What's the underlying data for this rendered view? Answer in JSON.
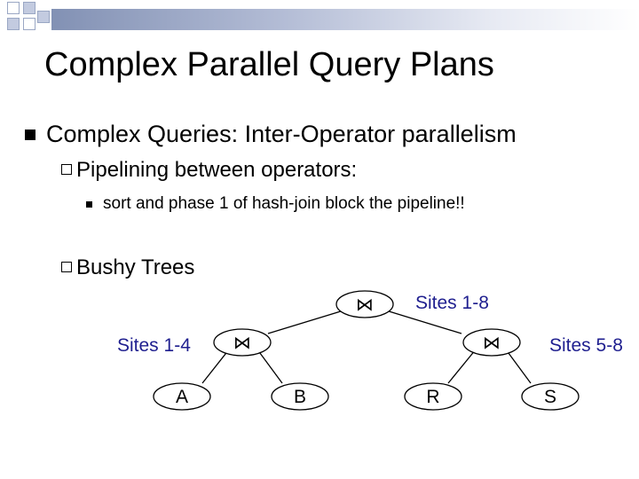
{
  "slide": {
    "title": "Complex Parallel Query Plans",
    "bullets": {
      "main": "Complex Queries: Inter-Operator parallelism",
      "pipelining": "Pipelining between operators:",
      "pipelining_sub": "sort and phase 1 of hash-join block the pipeline!!",
      "bushy": "Bushy Trees"
    }
  },
  "tree": {
    "join_symbol": "⋈",
    "root_label": "Sites 1-8",
    "left_label": "Sites 1-4",
    "right_label": "Sites 5-8",
    "leaves": [
      "A",
      "B",
      "R",
      "S"
    ]
  },
  "colors": {
    "label_blue": "#1f1f8f",
    "accent_bar": "#8291b4"
  }
}
